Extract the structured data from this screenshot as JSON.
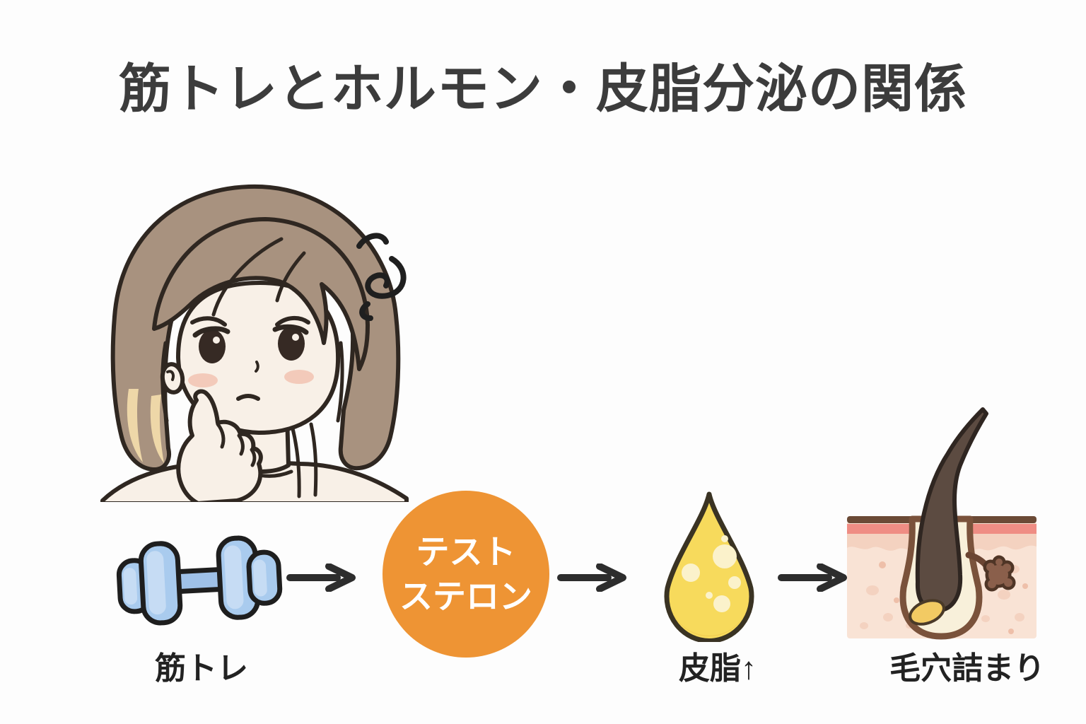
{
  "title": "筋トレとホルモン・皮脂分泌の関係",
  "illustration": {
    "name": "worried-thinking-woman",
    "elements": [
      "bob-hair",
      "worried-face",
      "hand-on-chin",
      "confusion-squiggle"
    ]
  },
  "flow": {
    "steps": [
      {
        "id": "training",
        "icon": "dumbbell-icon",
        "label": "筋トレ"
      },
      {
        "id": "testosterone",
        "icon": "testosterone-circle",
        "line1": "テスト",
        "line2": "ステロン"
      },
      {
        "id": "sebum",
        "icon": "sebum-drop-icon",
        "label": "皮脂↑"
      },
      {
        "id": "pores",
        "icon": "clogged-hair-follicle-icon",
        "label": "毛穴詰まり"
      }
    ],
    "arrow_count": 3
  },
  "colors": {
    "background": "#fdfdfd",
    "title_text": "#3c3c3c",
    "label_text": "#222222",
    "arrow": "#2d2d2d",
    "testosterone_bg": "#ee9434",
    "testosterone_text": "#ffffff",
    "dumbbell_blue": "#a9cbee",
    "sebum_yellow": "#f7da5c",
    "skin_block_pink": "#f9e3d5",
    "skin_surface_red": "#ef8d84",
    "follicle_brown": "#7a523b",
    "hair_brown": "#a8927f"
  }
}
